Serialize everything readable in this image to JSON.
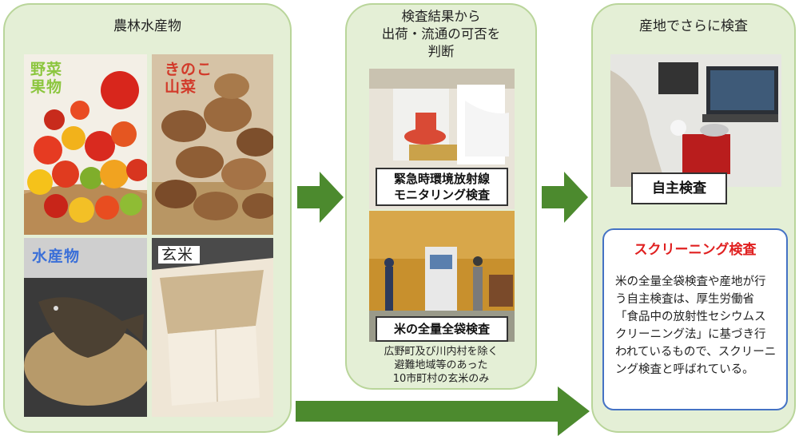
{
  "panels": {
    "products": {
      "title": "農林水産物",
      "items": {
        "vegetables": "野菜\n果物",
        "mushrooms": "きのこ\n山菜",
        "fisheries": "水産物",
        "rice": "玄米"
      }
    },
    "shipment": {
      "title": "検査結果から\n出荷・流通の可否を\n判断",
      "monitoring_label": "緊急時環境放射線\nモニタリング検査",
      "rice_label": "米の全量全袋検査",
      "rice_caption": "広野町及び川内村を除く\n避難地域等のあった\n10市町村の玄米のみ"
    },
    "origin": {
      "title": "産地でさらに検査",
      "self_label": "自主検査",
      "screening": {
        "title": "スクリーニング検査",
        "text": "米の全量全袋検査や産地が行う自主検査は、厚生労働省「食品中の放射性セシウムスクリーニング法」に基づき行われているもので、スクリーニング検査と呼ばれている。"
      }
    }
  },
  "colors": {
    "panel_fill": "#e4efd6",
    "panel_border": "#b9d59a",
    "arrow": "#4c8a2e",
    "tag_vegetables": "#8cc63f",
    "tag_mushrooms": "#d23a2a",
    "tag_fisheries": "#3a6fd8",
    "screening_title": "#e02020",
    "screening_border": "#4472c4"
  }
}
